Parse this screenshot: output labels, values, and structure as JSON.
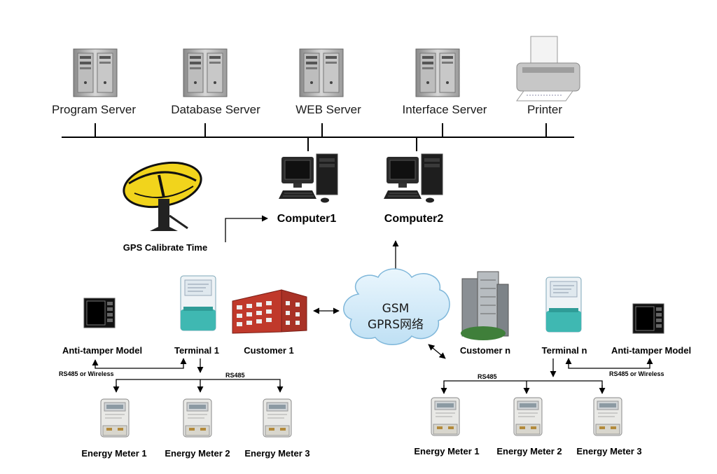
{
  "servers": [
    {
      "label": "Program Server",
      "icon": "server-tower-icon"
    },
    {
      "label": "Database Server",
      "icon": "server-tower-icon"
    },
    {
      "label": "WEB Server",
      "icon": "server-tower-icon"
    },
    {
      "label": "Interface Server",
      "icon": "server-tower-icon"
    },
    {
      "label": "Printer",
      "icon": "printer-icon"
    }
  ],
  "computers": [
    {
      "label": "Computer1",
      "icon": "desktop-computer-icon"
    },
    {
      "label": "Computer2",
      "icon": "desktop-computer-icon"
    }
  ],
  "gps": {
    "label": "GPS Calibrate Time",
    "icon": "satellite-dish-icon"
  },
  "cloud": {
    "line1": "GSM",
    "line2": "GPRS网络",
    "color": "#cfe8f7"
  },
  "left_site": {
    "anti_tamper": "Anti-tamper Model",
    "terminal": "Terminal 1",
    "customer": "Customer 1",
    "link_wireless": "RS485 or Wireless",
    "link_bus": "RS485",
    "meters": [
      "Energy Meter 1",
      "Energy Meter 2",
      "Energy Meter 3"
    ]
  },
  "right_site": {
    "anti_tamper": "Anti-tamper Model",
    "terminal": "Terminal n",
    "customer": "Customer n",
    "link_wireless": "RS485 or Wireless",
    "link_bus": "RS485",
    "meters": [
      "Energy Meter 1",
      "Energy Meter 2",
      "Energy Meter 3"
    ]
  },
  "colors": {
    "building_left": "#c0392b",
    "terminal_body": "#3fb8b2",
    "dish_yellow": "#f1d41c"
  }
}
